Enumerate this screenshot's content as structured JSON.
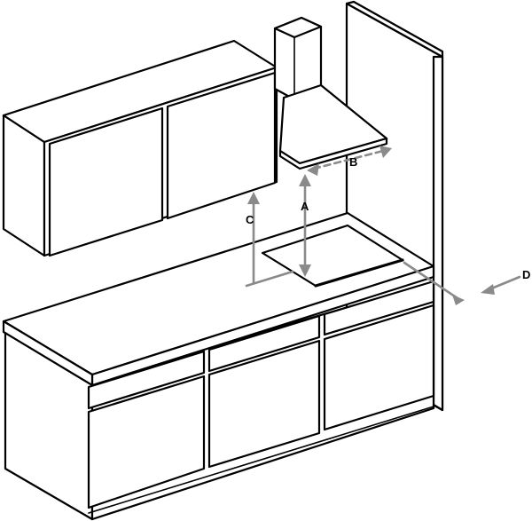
{
  "figure": {
    "dimension_color": "#8a8a8a",
    "line_color": "#000000",
    "background": "#ffffff",
    "labels": {
      "a": "A",
      "b": "B",
      "c": "C",
      "d": "D"
    }
  }
}
